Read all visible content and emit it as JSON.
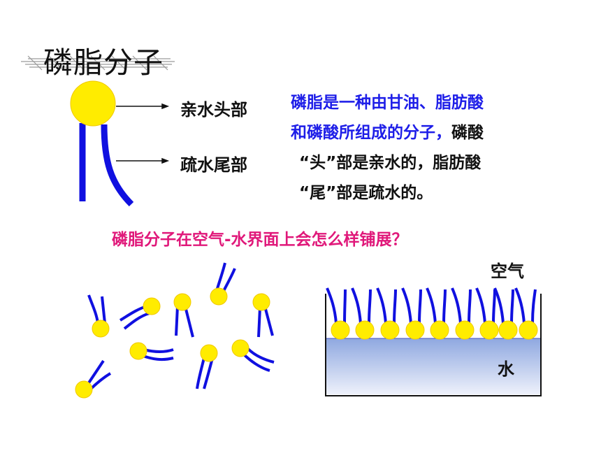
{
  "title": "磷脂分子",
  "labels": {
    "head": "亲水头部",
    "tail": "疏水尾部",
    "air": "空气",
    "water": "水"
  },
  "description": {
    "line1": "磷脂是一种由甘油、脂肪酸",
    "line2_blue": "和磷酸所组成的分子，",
    "line2_black": "磷酸",
    "line3": "“头”部是亲水的，脂肪酸",
    "line4": "“尾”部是疏水的。"
  },
  "question": "磷脂分子在空气-水界面上会怎么样铺展？",
  "colors": {
    "head": "#ffec00",
    "tail": "#1010e0",
    "question": "#e0187a",
    "water_top": "#8fa8e0",
    "water_bottom": "#eef1fb"
  }
}
